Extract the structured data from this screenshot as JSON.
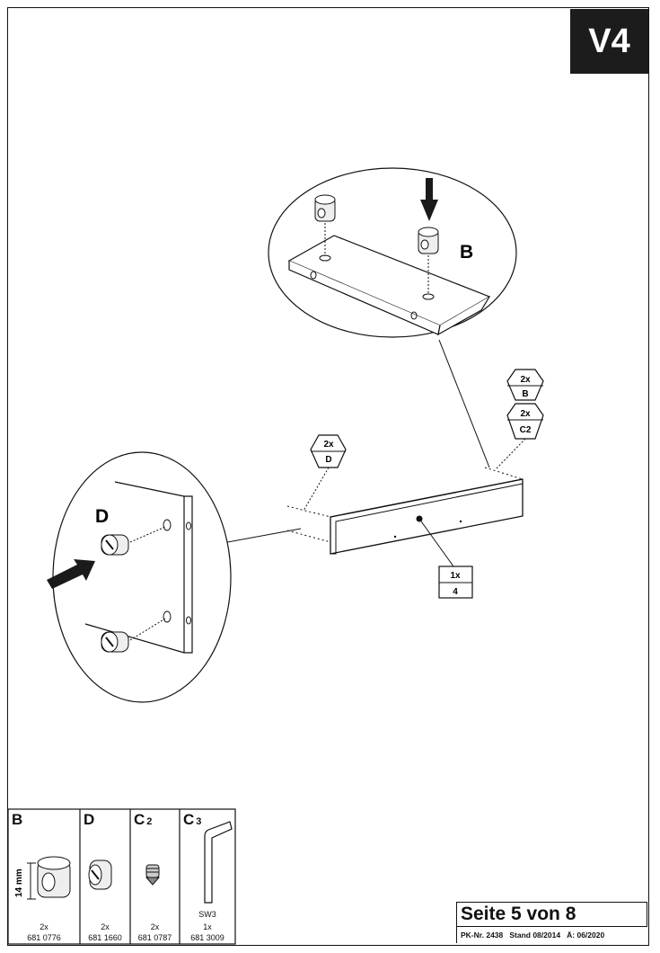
{
  "step": {
    "label": "V4"
  },
  "callouts": {
    "top_letter": "B",
    "left_letter": "D"
  },
  "hexes": [
    {
      "qty": "2x",
      "part": "B"
    },
    {
      "qty": "2x",
      "part": "C2"
    },
    {
      "qty": "2x",
      "part": "D"
    }
  ],
  "panel_tag": {
    "qty": "1x",
    "part": "4"
  },
  "parts": [
    {
      "letter": "B",
      "sub": "",
      "qty": "2x",
      "number": "681 0776",
      "dimension": "14 mm"
    },
    {
      "letter": "D",
      "sub": "",
      "qty": "2x",
      "number": "681 1660"
    },
    {
      "letter": "C",
      "sub": "2",
      "qty": "2x",
      "number": "681 0787"
    },
    {
      "letter": "C",
      "sub": "3",
      "qty": "1x",
      "number": "681 3009",
      "tool_label": "SW3"
    }
  ],
  "footer": {
    "page": "Seite 5 von 8",
    "pk": "PK-Nr. 2438",
    "stand": "Stand 08/2014",
    "revision": "Ä: 06/2020"
  }
}
